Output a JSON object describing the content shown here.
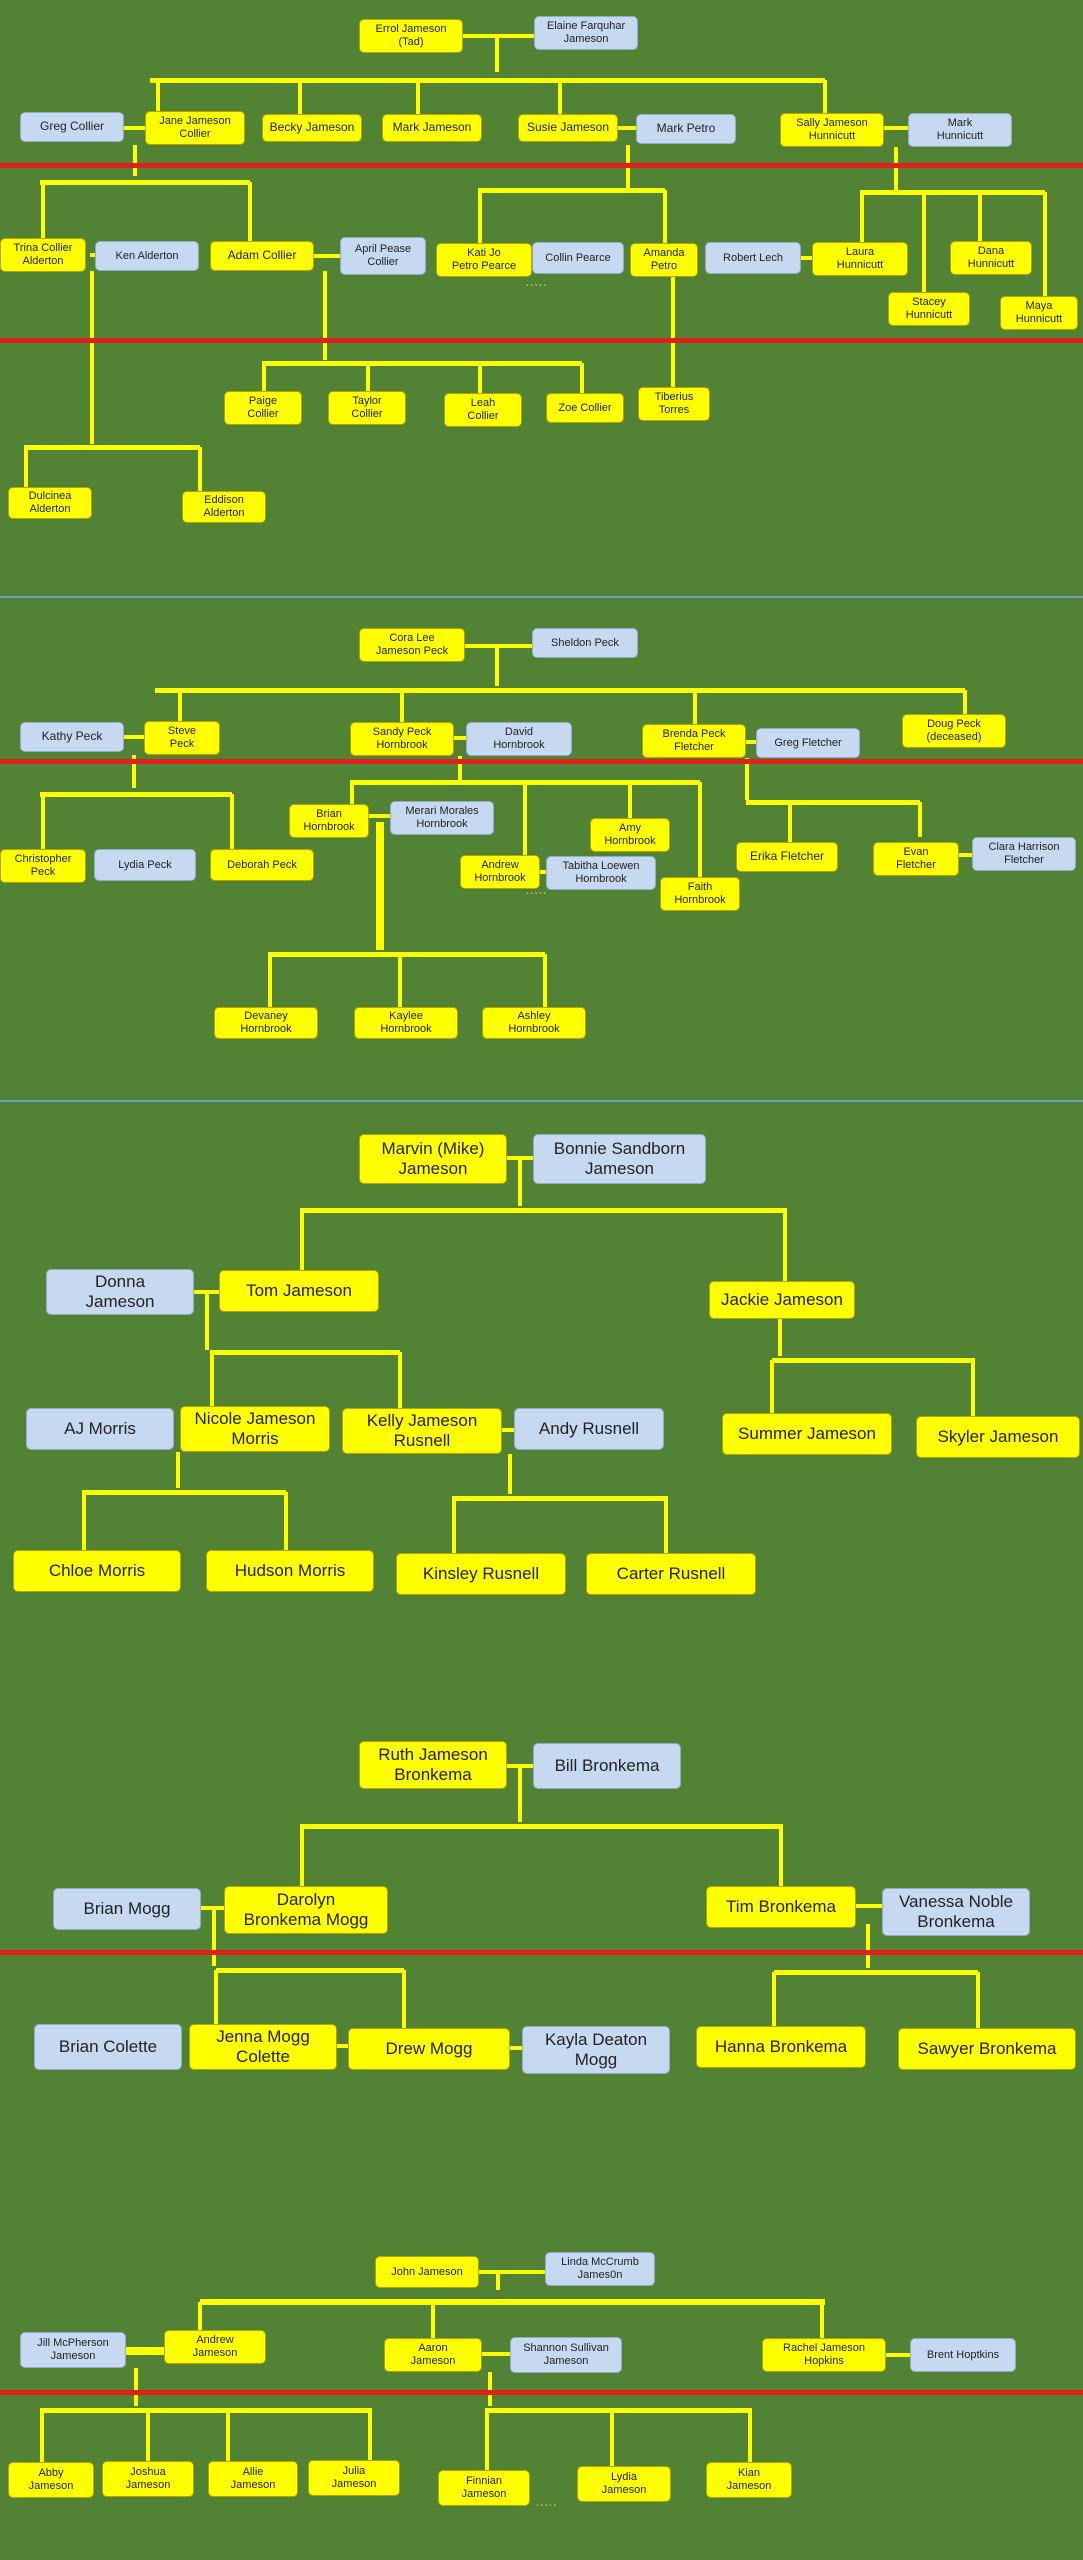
{
  "colors": {
    "background": "#528234",
    "person_blood": "#ffff00",
    "person_spouse": "#c6d9f1",
    "connector": "#ffff00",
    "generation_divider": "#e0201b",
    "section_divider": "#6f9ac4"
  },
  "trees": [
    {
      "name": "errol-jameson",
      "people": [
        {
          "id": "errol-jameson",
          "label": "Errol Jameson\n(Tad)"
        },
        {
          "id": "elaine-farquhar-jameson",
          "label": "Elaine Farquhar\nJameson"
        },
        {
          "id": "greg-collier",
          "label": "Greg Collier"
        },
        {
          "id": "jane-jameson-collier",
          "label": "Jane Jameson\nCollier"
        },
        {
          "id": "becky-jameson",
          "label": "Becky Jameson"
        },
        {
          "id": "mark-jameson",
          "label": "Mark Jameson"
        },
        {
          "id": "susie-jameson",
          "label": "Susie Jameson"
        },
        {
          "id": "mark-petro",
          "label": "Mark Petro"
        },
        {
          "id": "sally-jameson-hunnicutt",
          "label": "Sally Jameson\nHunnicutt"
        },
        {
          "id": "mark-hunnicutt",
          "label": "Mark\nHunnicutt"
        },
        {
          "id": "trina-collier-alderton",
          "label": "Trina Collier\nAlderton"
        },
        {
          "id": "ken-alderton",
          "label": "Ken Alderton"
        },
        {
          "id": "adam-collier",
          "label": "Adam Collier"
        },
        {
          "id": "april-pease-collier",
          "label": "April  Pease\nCollier"
        },
        {
          "id": "kati-jo-petro-pearce",
          "label": "Kati Jo\nPetro Pearce"
        },
        {
          "id": "collin-pearce",
          "label": "Collin Pearce"
        },
        {
          "id": "amanda-petro",
          "label": "Amanda\nPetro"
        },
        {
          "id": "robert-lech",
          "label": "Robert Lech"
        },
        {
          "id": "laura-hunnicutt",
          "label": "Laura\nHunnicutt"
        },
        {
          "id": "dana-hunnicutt",
          "label": "Dana\nHunnicutt"
        },
        {
          "id": "stacey-hunnicutt",
          "label": "Stacey\nHunnicutt"
        },
        {
          "id": "maya-hunnicutt",
          "label": "Maya\nHunnicutt"
        },
        {
          "id": "paige-collier",
          "label": "Paige\nCollier"
        },
        {
          "id": "taylor-collier",
          "label": "Taylor\nCollier"
        },
        {
          "id": "leah-collier",
          "label": "Leah\nCollier"
        },
        {
          "id": "zoe-collier",
          "label": "Zoe Collier"
        },
        {
          "id": "tiberius-torres",
          "label": "Tiberius\nTorres"
        },
        {
          "id": "dulcinea-alderton",
          "label": "Dulcinea\nAlderton"
        },
        {
          "id": "eddison-alderton",
          "label": "Eddison\nAlderton"
        }
      ]
    },
    {
      "name": "cora-lee-peck",
      "people": [
        {
          "id": "cora-lee-jameson-peck",
          "label": "Cora Lee\nJameson Peck"
        },
        {
          "id": "sheldon-peck",
          "label": "Sheldon Peck"
        },
        {
          "id": "kathy-peck",
          "label": "Kathy Peck"
        },
        {
          "id": "steve-peck",
          "label": "Steve\nPeck"
        },
        {
          "id": "sandy-peck-hornbrook",
          "label": "Sandy Peck\nHornbrook"
        },
        {
          "id": "david-hornbrook",
          "label": "David\nHornbrook"
        },
        {
          "id": "brenda-peck-fletcher",
          "label": "Brenda Peck\nFletcher"
        },
        {
          "id": "greg-fletcher",
          "label": "Greg Fletcher"
        },
        {
          "id": "doug-peck",
          "label": "Doug Peck\n(deceased)"
        },
        {
          "id": "christopher-peck",
          "label": "Christopher\nPeck"
        },
        {
          "id": "lydia-peck",
          "label": "Lydia Peck"
        },
        {
          "id": "deborah-peck",
          "label": "Deborah Peck"
        },
        {
          "id": "brian-hornbrook",
          "label": "Brian\nHornbrook"
        },
        {
          "id": "merari-morales-hornbrook",
          "label": "Merari Morales\nHornbrook"
        },
        {
          "id": "amy-hornbrook",
          "label": "Amy\nHornbrook"
        },
        {
          "id": "andrew-hornbrook",
          "label": "Andrew\nHornbrook"
        },
        {
          "id": "tabitha-loewen-hornbrook",
          "label": "Tabitha Loewen\nHornbrook"
        },
        {
          "id": "faith-hornbrook",
          "label": "Faith\nHornbrook"
        },
        {
          "id": "erika-fletcher",
          "label": "Erika Fletcher"
        },
        {
          "id": "evan-fletcher",
          "label": "Evan\nFletcher"
        },
        {
          "id": "clara-harrison-fletcher",
          "label": "Clara Harrison\nFletcher"
        },
        {
          "id": "devaney-hornbrook",
          "label": "Devaney\nHornbrook"
        },
        {
          "id": "kaylee-hornbrook",
          "label": "Kaylee\nHornbrook"
        },
        {
          "id": "ashley-hornbrook",
          "label": "Ashley\nHornbrook"
        }
      ]
    },
    {
      "name": "marvin-jameson",
      "people": [
        {
          "id": "marvin-mike-jameson",
          "label": "Marvin (Mike)\nJameson"
        },
        {
          "id": "bonnie-sandborn-jameson",
          "label": "Bonnie Sandborn\nJameson"
        },
        {
          "id": "donna-jameson",
          "label": "Donna\nJameson"
        },
        {
          "id": "tom-jameson",
          "label": "Tom Jameson"
        },
        {
          "id": "jackie-jameson",
          "label": "Jackie Jameson"
        },
        {
          "id": "aj-morris",
          "label": "AJ Morris"
        },
        {
          "id": "nicole-jameson-morris",
          "label": "Nicole Jameson\nMorris"
        },
        {
          "id": "kelly-jameson-rusnell",
          "label": "Kelly Jameson\nRusnell"
        },
        {
          "id": "andy-rusnell",
          "label": "Andy Rusnell"
        },
        {
          "id": "summer-jameson",
          "label": "Summer Jameson"
        },
        {
          "id": "skyler-jameson",
          "label": "Skyler Jameson"
        },
        {
          "id": "chloe-morris",
          "label": "Chloe Morris"
        },
        {
          "id": "hudson-morris",
          "label": "Hudson Morris"
        },
        {
          "id": "kinsley-rusnell",
          "label": "Kinsley Rusnell"
        },
        {
          "id": "carter-rusnell",
          "label": "Carter Rusnell"
        }
      ]
    },
    {
      "name": "ruth-bronkema",
      "people": [
        {
          "id": "ruth-jameson-bronkema",
          "label": "Ruth Jameson\nBronkema"
        },
        {
          "id": "bill-bronkema",
          "label": "Bill Bronkema"
        },
        {
          "id": "brian-mogg",
          "label": "Brian Mogg"
        },
        {
          "id": "darolyn-bronkema-mogg",
          "label": "Darolyn\nBronkema Mogg"
        },
        {
          "id": "tim-bronkema",
          "label": "Tim Bronkema"
        },
        {
          "id": "vanessa-noble-bronkema",
          "label": "Vanessa Noble\nBronkema"
        },
        {
          "id": "brian-colette",
          "label": "Brian Colette"
        },
        {
          "id": "jenna-mogg-colette",
          "label": "Jenna Mogg\nColette"
        },
        {
          "id": "drew-mogg",
          "label": "Drew Mogg"
        },
        {
          "id": "kayla-deaton-mogg",
          "label": "Kayla Deaton\nMogg"
        },
        {
          "id": "hanna-bronkema",
          "label": "Hanna Bronkema"
        },
        {
          "id": "sawyer-bronkema",
          "label": "Sawyer  Bronkema"
        }
      ]
    },
    {
      "name": "john-jameson",
      "people": [
        {
          "id": "john-jameson",
          "label": "John Jameson"
        },
        {
          "id": "linda-mccrumb-jameson",
          "label": "Linda McCrumb\nJames0n"
        },
        {
          "id": "jill-mcpherson-jameson",
          "label": "Jill McPherson\nJameson"
        },
        {
          "id": "andrew-jameson",
          "label": "Andrew\nJameson"
        },
        {
          "id": "aaron-jameson",
          "label": "Aaron\nJameson"
        },
        {
          "id": "shannon-sullivan-jameson",
          "label": "Shannon Sullivan\nJameson"
        },
        {
          "id": "rachel-jameson-hopkins",
          "label": "Rachel Jameson\nHopkins"
        },
        {
          "id": "brent-hoptkins",
          "label": "Brent Hoptkins"
        },
        {
          "id": "abby-jameson",
          "label": "Abby\nJameson"
        },
        {
          "id": "joshua-jameson",
          "label": "Joshua\nJameson"
        },
        {
          "id": "allie-jameson",
          "label": "Allie\nJameson"
        },
        {
          "id": "julia-jameson",
          "label": "Julia\nJameson"
        },
        {
          "id": "finnian-jameson",
          "label": "Finnian\nJameson"
        },
        {
          "id": "lydia-jameson",
          "label": "Lydia\nJameson"
        },
        {
          "id": "kian-jameson",
          "label": "Kian\nJameson"
        }
      ]
    }
  ]
}
